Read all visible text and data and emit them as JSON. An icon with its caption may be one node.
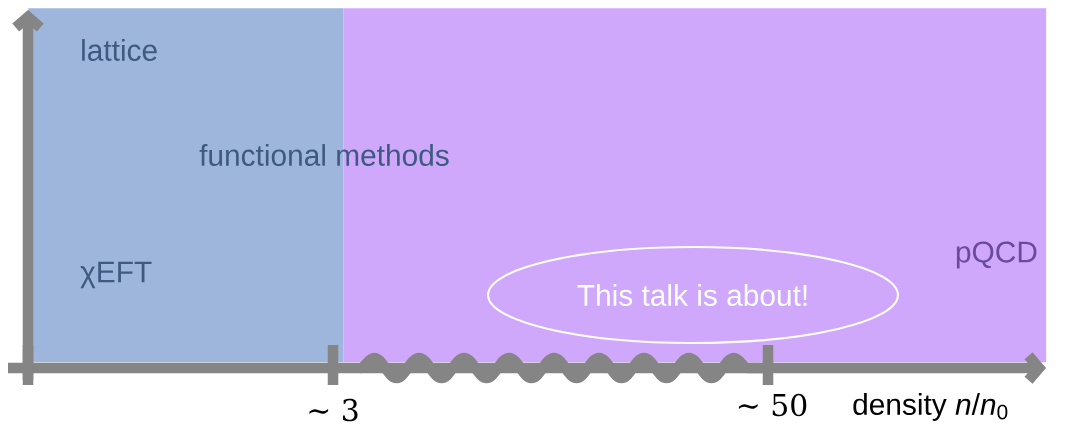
{
  "diagram": {
    "nodes": [
      {
        "text": [
          "lattice",
          "χEFT"
        ]
      },
      {
        "text": [
          "pQCD"
        ]
      },
      {
        "text": [
          "This talk is about!"
        ],
        "in": 1
      }
    ],
    "labels": [
      "functional methods",
      "∼ 3",
      "∼ 50",
      "density *n*/*n*$_{0}$"
    ]
  }
}
